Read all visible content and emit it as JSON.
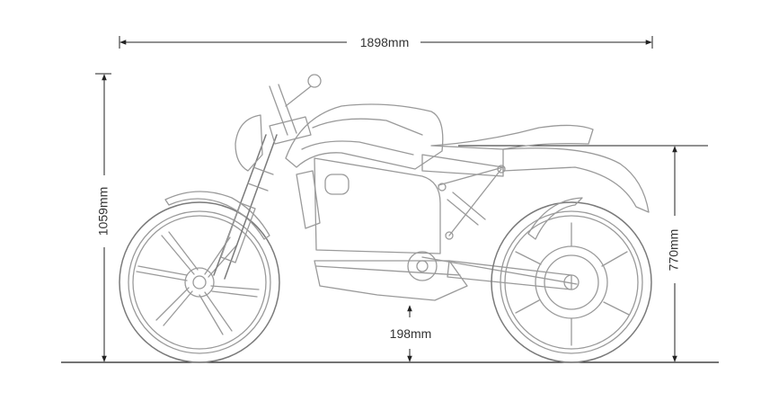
{
  "dimensions": {
    "length": "1898mm",
    "height": "1059mm",
    "seat_height": "770mm",
    "ground_clearance": "198mm"
  },
  "colors": {
    "line": "#222222",
    "outline": "#9a9a9a",
    "text": "#333333"
  }
}
